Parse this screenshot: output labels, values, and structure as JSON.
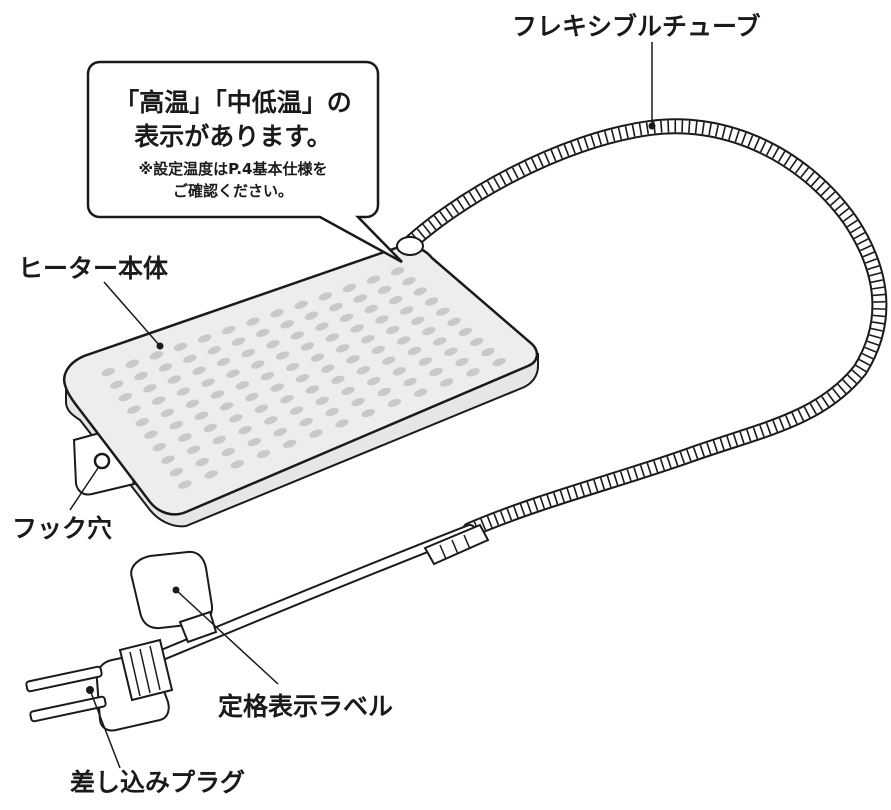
{
  "labels": {
    "tube": "フレキシブルチューブ",
    "heater_body": "ヒーター本体",
    "hook_hole": "フック穴",
    "rating_label": "定格表示ラベル",
    "plug": "差し込みプラグ"
  },
  "callout": {
    "line1": "「高温」「中低温」の",
    "line2": "表示があります。",
    "note1": "※設定温度はP.4基本仕様を",
    "note2": "ご確認ください。"
  },
  "colors": {
    "outline": "#1a1a1a",
    "pad_fill": "#ededed",
    "dot_fill": "#c9c9c9",
    "cable_fill": "#ffffff"
  }
}
